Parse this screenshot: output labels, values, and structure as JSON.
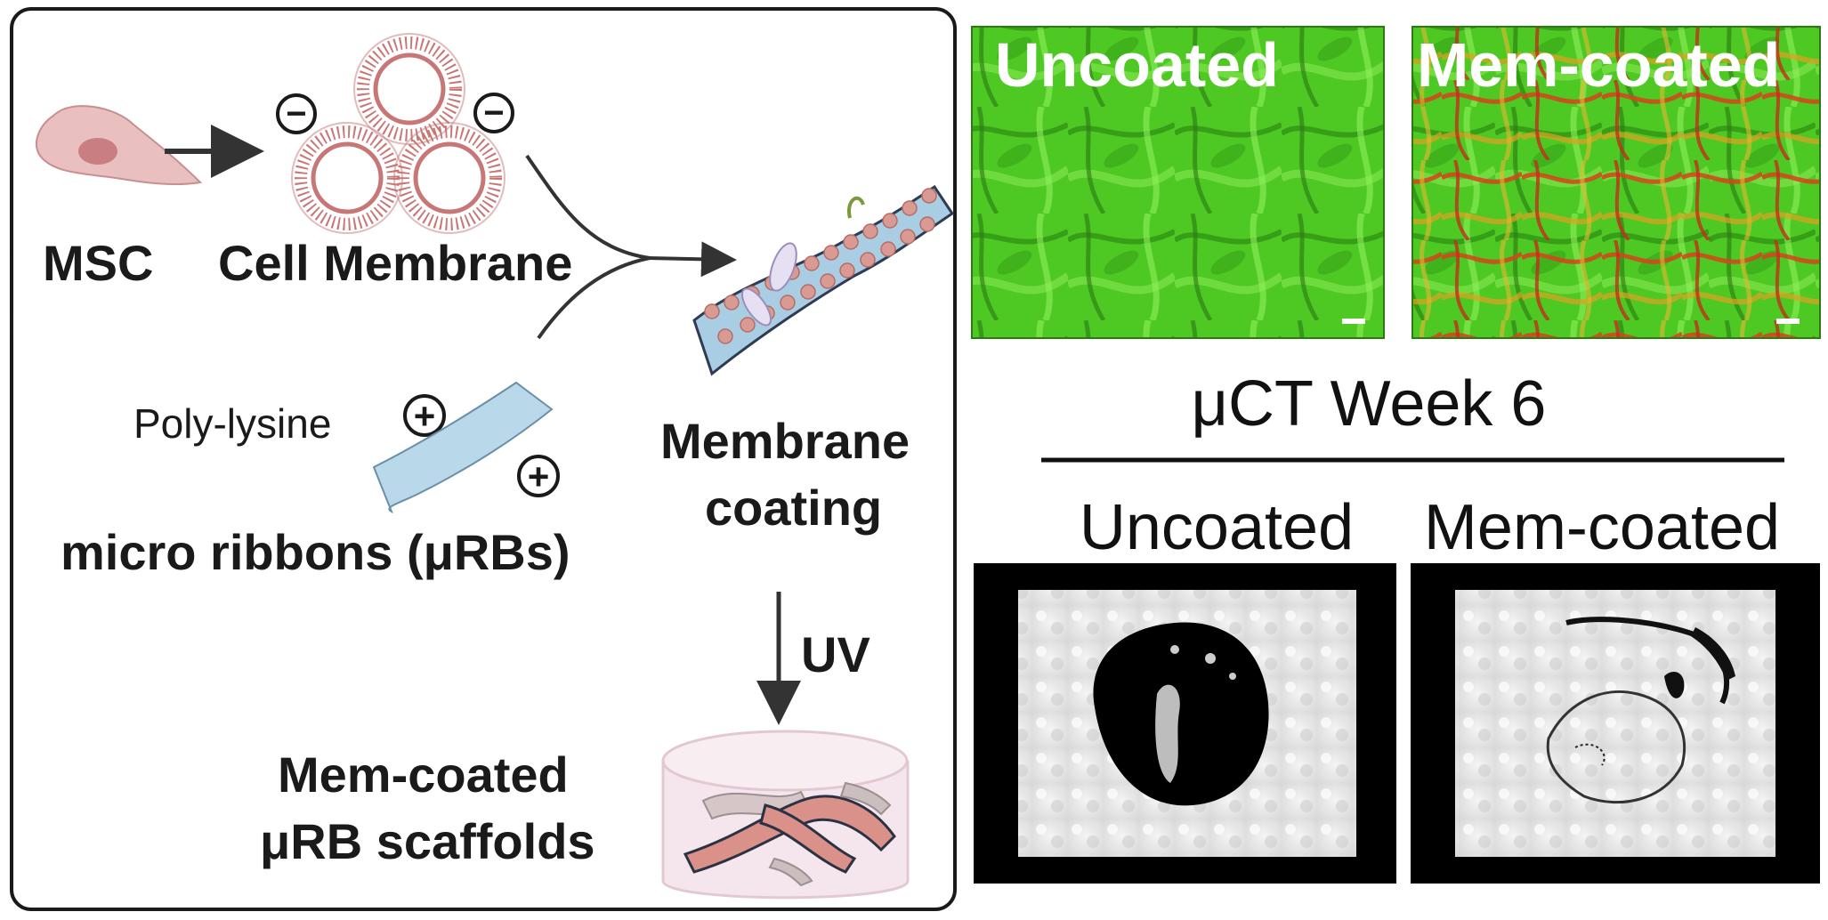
{
  "schematic": {
    "cell_label": "MSC",
    "membrane_label": "Cell Membrane",
    "polylysine_label": "Poly-lysine",
    "ribbons_label": "micro ribbons (μRBs)",
    "coating_line1": "Membrane",
    "coating_line2": "coating",
    "uv_label": "UV",
    "scaffold_line1": "Mem-coated",
    "scaffold_line2": "μRB scaffolds",
    "negative_symbol": "−",
    "positive_symbol": "+"
  },
  "fluorescence": {
    "uncoated_label": "Uncoated",
    "coated_label": "Mem-coated"
  },
  "microct": {
    "title": "μCT Week 6",
    "uncoated_label": "Uncoated",
    "coated_label": "Mem-coated"
  },
  "colors": {
    "cell_fill": "#e9bfbf",
    "nucleus_fill": "#c97f82",
    "membrane_stroke": "#c87777",
    "ribbon_blue": "#b9d8ea",
    "ribbon_pink": "#d9918a",
    "fluor_green": "#4fd12a",
    "fluor_red": "#d24a1a",
    "arrow": "#333333"
  },
  "icons": {
    "negative_charge": "minus-circle-icon",
    "positive_charge": "plus-circle-icon"
  }
}
